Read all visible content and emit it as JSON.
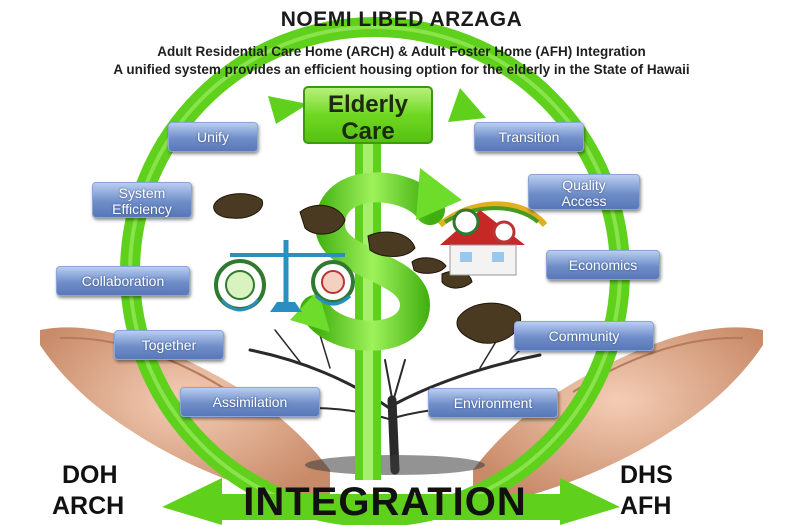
{
  "header": {
    "title": "NOEMI LIBED ARZAGA",
    "subtitle_line1": "Adult Residential Care Home (ARCH) & Adult Foster Home (AFH) Integration",
    "subtitle_line2": "A unified system provides an efficient housing option for the elderly in the State of Hawaii"
  },
  "center": {
    "box_line1": "Elderly",
    "box_line2": "Care",
    "bottom_label": "INTEGRATION"
  },
  "corners": {
    "left_line1": "DOH",
    "left_line2": "ARCH",
    "right_line1": "DHS",
    "right_line2": "AFH"
  },
  "cycle_labels": {
    "unify": "Unify",
    "system_line1": "System",
    "system_line2": "Efficiency",
    "collaboration": "Collaboration",
    "together": "Together",
    "assimilation": "Assimilation",
    "transition": "Transition",
    "quality_line1": "Quality",
    "quality_line2": "Access",
    "economics": "Economics",
    "community": "Community",
    "environment": "Environment"
  },
  "colors": {
    "ring_green": "#5fd11c",
    "label_blue": "#6f8ec8",
    "dollar_green": "#6edc2a"
  },
  "illustration": [
    "hands-image",
    "tree-image",
    "scales-icon",
    "hawaii-islands-map",
    "house-icon"
  ]
}
